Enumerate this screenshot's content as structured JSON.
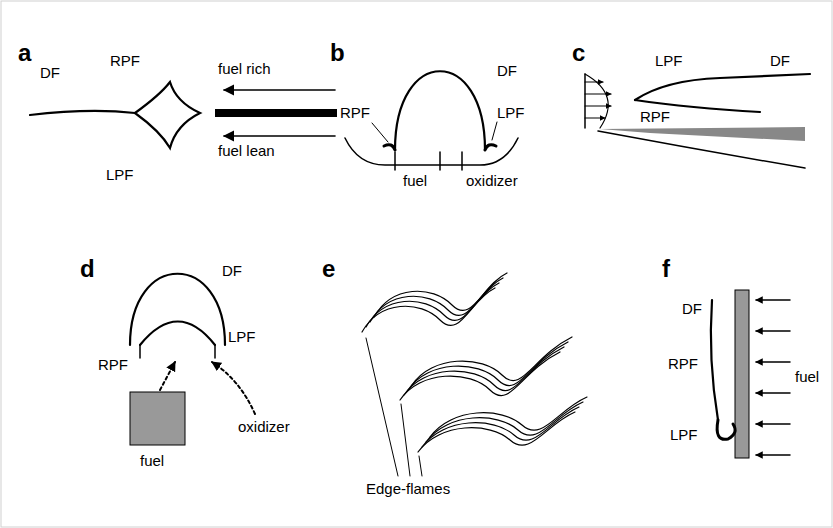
{
  "diagram": {
    "labels": [
      "a",
      "DF",
      "RPF",
      "LPF",
      "fuel rich",
      "fuel lean",
      "b",
      "RPF",
      "DF",
      "LPF",
      "fuel",
      "oxidizer",
      "c",
      "LPF",
      "DF",
      "RPF",
      "d",
      "DF",
      "LPF",
      "RPF",
      "fuel",
      "oxidizer",
      "e",
      "Edge-flames",
      "f",
      "DF",
      "RPF",
      "LPF",
      "fuel"
    ]
  }
}
